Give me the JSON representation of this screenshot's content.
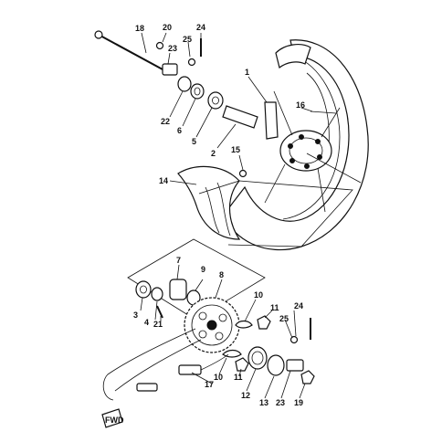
{
  "callouts": {
    "c1": "1",
    "c2": "2",
    "c3": "3",
    "c4": "4",
    "c5": "5",
    "c6": "6",
    "c7": "7",
    "c8": "8",
    "c9": "9",
    "c10a": "10",
    "c10b": "10",
    "c11a": "11",
    "c11b": "11",
    "c12": "12",
    "c13": "13",
    "c14": "14",
    "c15": "15",
    "c16": "16",
    "c17": "17",
    "c18": "18",
    "c19": "19",
    "c20": "20",
    "c21": "21",
    "c22": "22",
    "c23a": "23",
    "c23b": "23",
    "c24a": "24",
    "c24b": "24",
    "c25a": "25",
    "c25b": "25"
  },
  "direction_tag": "FWD"
}
